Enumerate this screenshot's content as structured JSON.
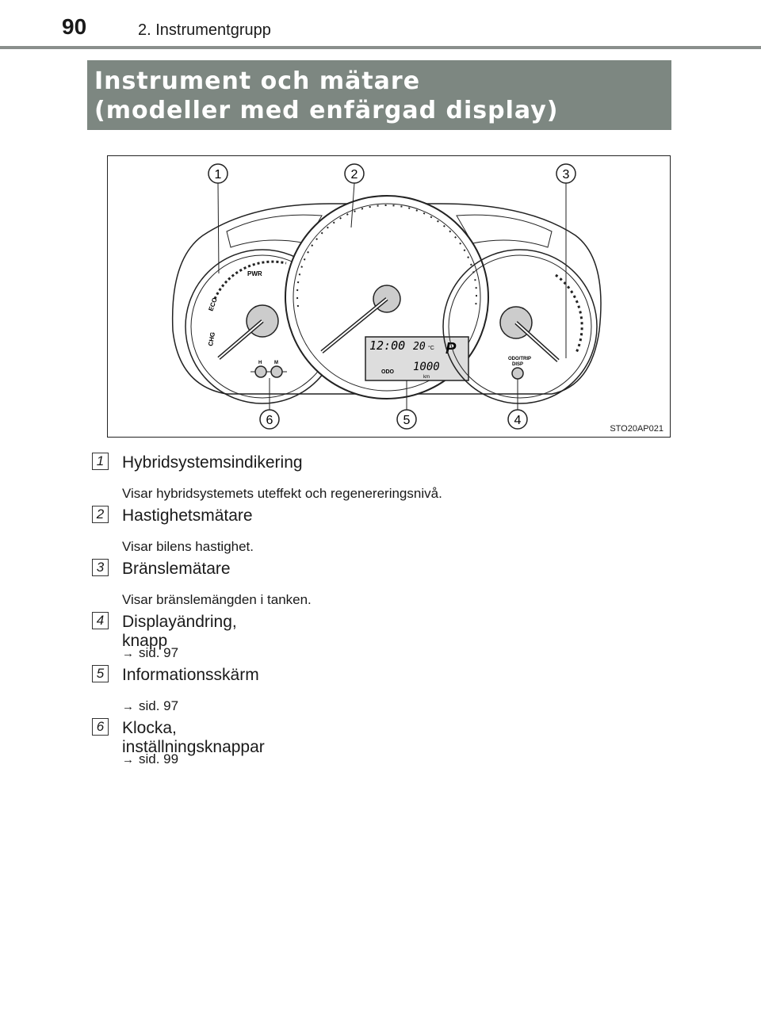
{
  "header": {
    "page_number": "90",
    "section": "2. Instrumentgrupp"
  },
  "banner": {
    "line1": "Instrument och mätare",
    "line2": "(modeller med enfärgad display)"
  },
  "figure": {
    "code": "STO20AP021",
    "callouts": [
      "1",
      "2",
      "3",
      "4",
      "5",
      "6"
    ],
    "gauge_labels": {
      "pwr": "PWR",
      "eco": "ECO",
      "chg": "CHG",
      "h": "H",
      "m": "M",
      "odo_trip": "ODO/TRIP",
      "disp": "DISP"
    },
    "display": {
      "clock": "12:00",
      "temp": "20",
      "temp_unit": "°C",
      "gear": "P",
      "odo_label": "ODO",
      "odo_value": "1000",
      "odo_unit": "km"
    }
  },
  "items": [
    {
      "num": "1",
      "title": "Hybridsystemsindikering",
      "desc": "Visar hybridsystemets uteffekt och regenereringsnivå.",
      "arrow": ""
    },
    {
      "num": "2",
      "title": "Hastighetsmätare",
      "desc": "Visar bilens hastighet.",
      "arrow": ""
    },
    {
      "num": "3",
      "title": "Bränslemätare",
      "desc": "Visar bränslemängden i tanken.",
      "arrow": ""
    },
    {
      "num": "4",
      "title": "Displayändring, knapp",
      "desc": "sid. 97",
      "arrow": "→"
    },
    {
      "num": "5",
      "title": "Informationsskärm",
      "desc": "sid. 97",
      "arrow": "→"
    },
    {
      "num": "6",
      "title": "Klocka, inställningsknappar",
      "desc": "sid. 99",
      "arrow": "→"
    }
  ]
}
